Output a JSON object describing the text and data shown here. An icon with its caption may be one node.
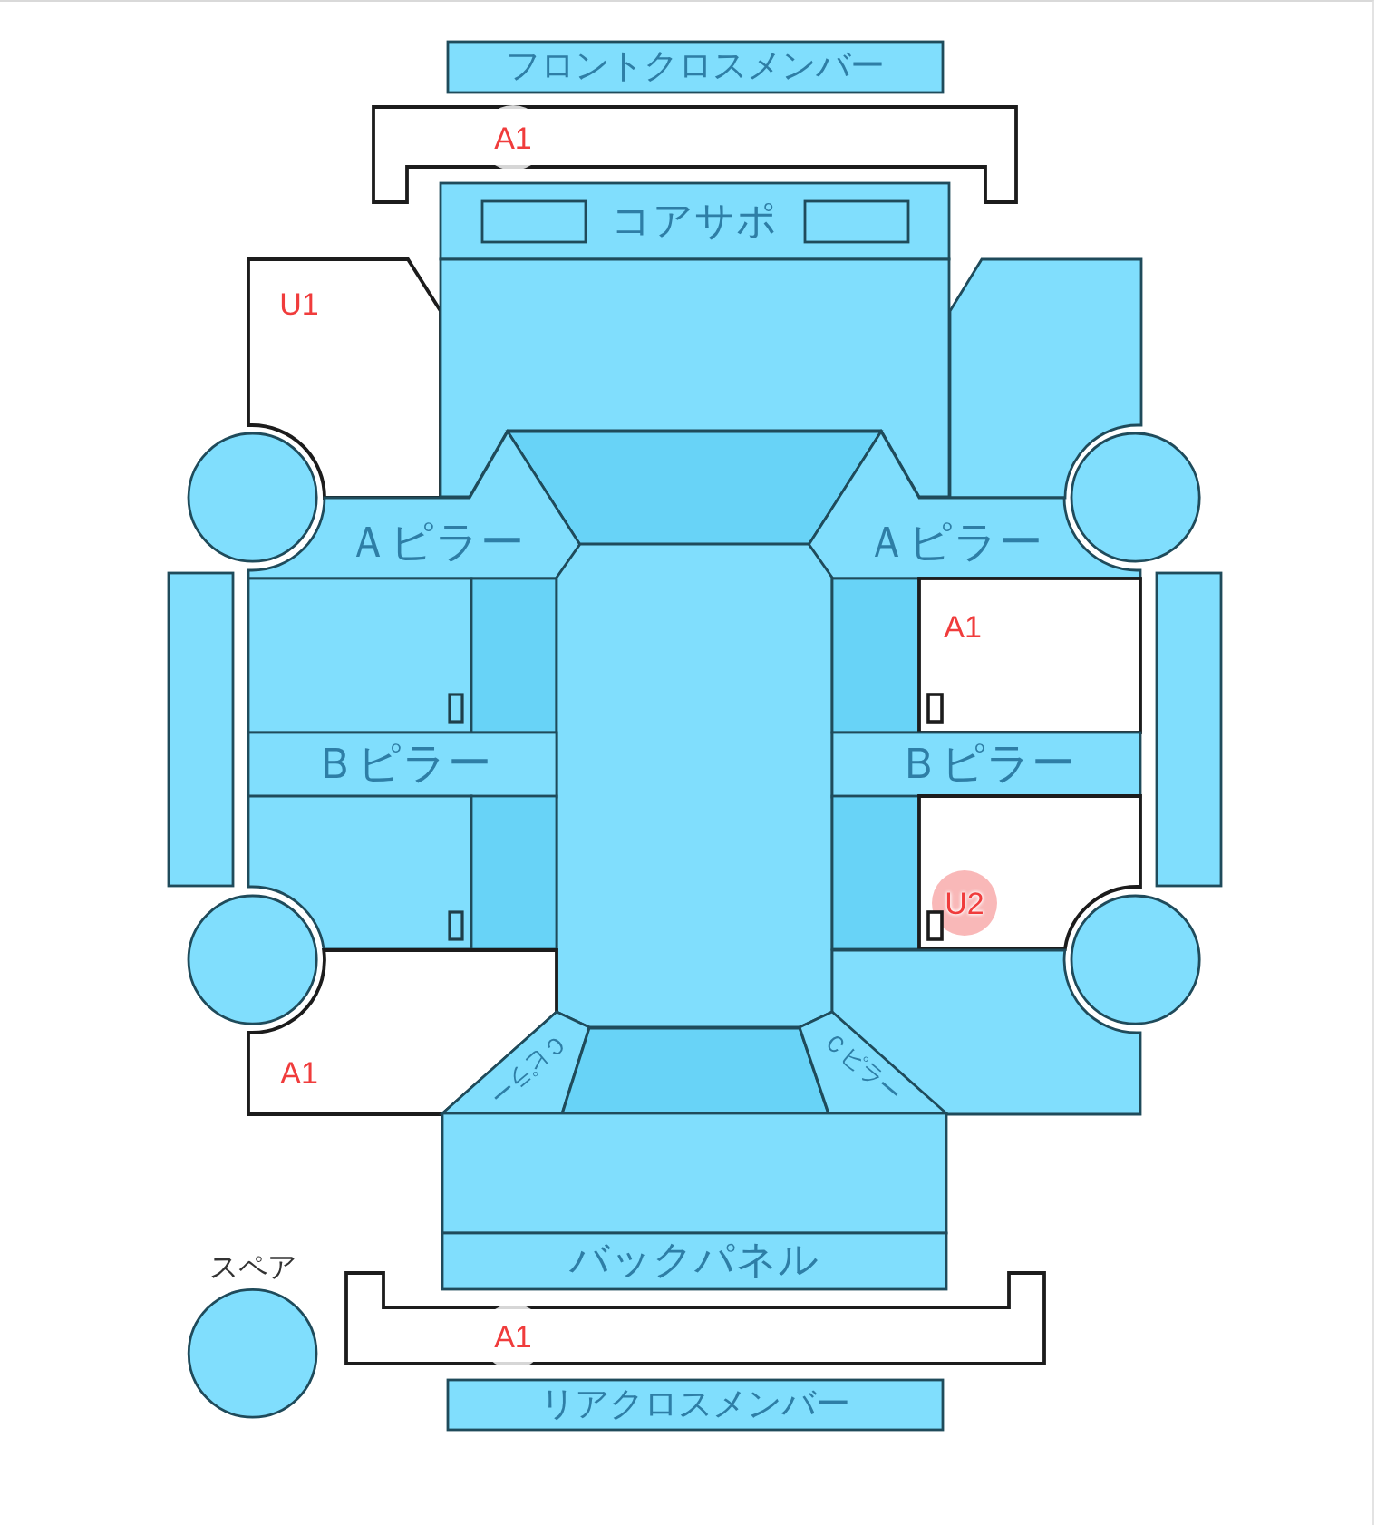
{
  "diagram": {
    "nodes": [
      {
        "text": [
          "フロントクロスメンバー"
        ]
      },
      {
        "text": [
          "A1"
        ]
      },
      {
        "text": [
          "コアサポ"
        ]
      },
      {
        "text": [],
        "shape": "box",
        "in": 2
      },
      {
        "text": [],
        "shape": "box",
        "in": 2
      },
      {
        "text": [
          "U1"
        ]
      },
      {
        "text": [],
        "shape": "box"
      },
      {
        "text": [],
        "shape": "box"
      },
      {
        "text": [],
        "shape": "box"
      },
      {
        "text": [],
        "shape": "circle"
      },
      {
        "text": [
          "Ａピラー"
        ]
      },
      {
        "text": [
          "Ａピラー"
        ]
      },
      {
        "text": [],
        "shape": "circle"
      },
      {
        "text": [],
        "shape": "box"
      },
      {
        "text": [],
        "shape": "box"
      },
      {
        "text": [],
        "shape": "box",
        "in": 14
      },
      {
        "text": [],
        "shape": "box"
      },
      {
        "text": [],
        "shape": "box"
      },
      {
        "text": [],
        "shape": "box"
      },
      {
        "text": [
          "A1"
        ]
      },
      {
        "text": [],
        "shape": "box",
        "in": 19
      },
      {
        "text": [],
        "shape": "box"
      },
      {
        "text": [
          "Ｂピラー"
        ]
      },
      {
        "text": [
          "Ｂピラー"
        ]
      },
      {
        "text": [],
        "shape": "box"
      },
      {
        "text": [],
        "shape": "box",
        "in": 24
      },
      {
        "text": [],
        "shape": "box"
      },
      {
        "text": [],
        "shape": "box"
      },
      {
        "text": [
          "U2"
        ]
      },
      {
        "text": [],
        "shape": "box",
        "in": 28
      },
      {
        "text": [],
        "shape": "circle"
      },
      {
        "text": [],
        "shape": "circle"
      },
      {
        "text": [
          "A1"
        ]
      },
      {
        "text": [],
        "shape": "box"
      },
      {
        "text": [
          "Ｃピラー"
        ]
      },
      {
        "text": [],
        "shape": "box"
      },
      {
        "text": [
          "Ｃピラー"
        ]
      },
      {
        "text": [],
        "shape": "box"
      },
      {
        "text": [
          "バックパネル"
        ]
      },
      {
        "text": [
          "スペア"
        ]
      },
      {
        "text": [
          "A1"
        ]
      },
      {
        "text": [
          "リアクロスメンバー"
        ]
      }
    ]
  }
}
